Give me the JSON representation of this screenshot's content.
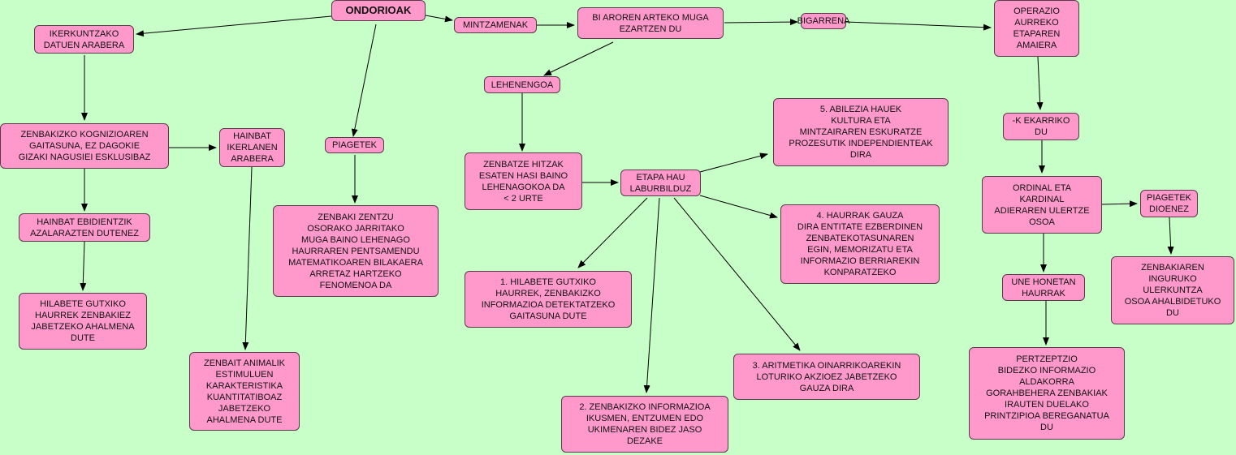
{
  "colors": {
    "background": "#c8ffc8",
    "node_fill": "#ff99cc",
    "node_border": "#5a3a4a",
    "edge": "#000000"
  },
  "nodes": {
    "ondorioak": "ONDORIOAK",
    "ikerkuntzako": "IKERKUNTZAKO\nDATUEN ARABERA",
    "mintzamenak": "MINTZAMENAK",
    "bi_aroren": "BI AROREN ARTEKO MUGA\nEZARTZEN DU",
    "bigarrena": "BIGARRENA",
    "operazio": "OPERAZIO\nAURREKO\nETAPAREN\nAMAIERA",
    "lehenengoa": "LEHENENGOA",
    "zenbakizko_kognizio": "ZENBAKIZKO KOGNIZIOAREN\nGAITASUNA, EZ DAGOKIE\nGIZAKI NAGUSIEI ESKLUSIBAZ",
    "hainbat_ikerlanen": "HAINBAT\nIKERLANEN\nARABERA",
    "piagetek": "PIAGETEK",
    "abilezia5": "5. ABILEZIA HAUEK\nKULTURA ETA\nMINTZAIRAREN ESKURATZE\nPROZESUTIK INDEPENDIENTEAK\nDIRA",
    "k_ekarriko": "-K EKARRIKO\nDU",
    "zenbatze_hitzak": "ZENBATZE HITZAK\nESATEN HASI BAINO\nLEHENAGOKOA DA\n< 2 URTE",
    "etapa_hau": "ETAPA HAU\nLABURBILDUZ",
    "ordinal": "ORDINAL ETA\nKARDINAL\nADIERAREN ULERTZE\nOSOA",
    "piagetek_dioenez": "PIAGETEK\nDIOENEZ",
    "hainbat_ebidentzik": "HAINBAT EBIDIENTZIK\nAZALARAZTEN DUTENEZ",
    "zenbaki_zentzu": "ZENBAKI ZENTZU\nOSORAKO JARRITAKO\nMUGA BAINO LEHENAGO\nHAURRAREN PENTSAMENDU\nMATEMATIKOAREN BILAKAERA\nARRETAZ HARTZEKO\nFENOMENOA DA",
    "haurrak4": "4. HAURRAK GAUZA\nDIRA ENTITATE EZBERDINEN\nZENBATEKOTASUNAREN\nEGIN, MEMORIZATU ETA\nINFORMAZIO BERRIAREKIN\nKONPARATZEKO",
    "zenbakiaren": "ZENBAKIAREN\nINGURUKO\nULERKUNTZA\nOSOA AHALBIDETUKO\nDU",
    "hilabete1": "1. HILABETE GUTXIKO\nHAURREK, ZENBAKIZKO\nINFORMAZIOA DETEKTATZEKO\nGAITASUNA DUTE",
    "une_honetan": "UNE HONETAN\nHAURRAK",
    "hilabete_gutxiko": "HILABETE GUTXIKO\nHAURREK ZENBAKIEZ\nJABETZEKO AHALMENA\nDUTE",
    "aritmetika3": "3. ARITMETIKA OINARRIKOAREKIN\nLOTURIKO AKZIOEZ JABETZEKO\nGAUZA DIRA",
    "zenbait_animalik": "ZENBAIT ANIMALIK\nESTIMULUEN\nKARAKTERISTIKA\nKUANTITATIBOAZ\nJABETZEKO\nAHALMENA DUTE",
    "pertzeptzio": "PERTZEPTZIO\nBIDEZKO INFORMAZIO\nALDAKORRA\nGORAHBEHERA ZENBAKIAK\nIRAUTEN DUELAKO\nPRINTZIPIOA BEREGANATUA\nDU",
    "zenbakizko2": "2. ZENBAKIZKO INFORMAZIOA\nIKUSMEN, ENTZUMEN EDO\nUKIMENAREN BIDEZ JASO\nDEZAKE"
  }
}
